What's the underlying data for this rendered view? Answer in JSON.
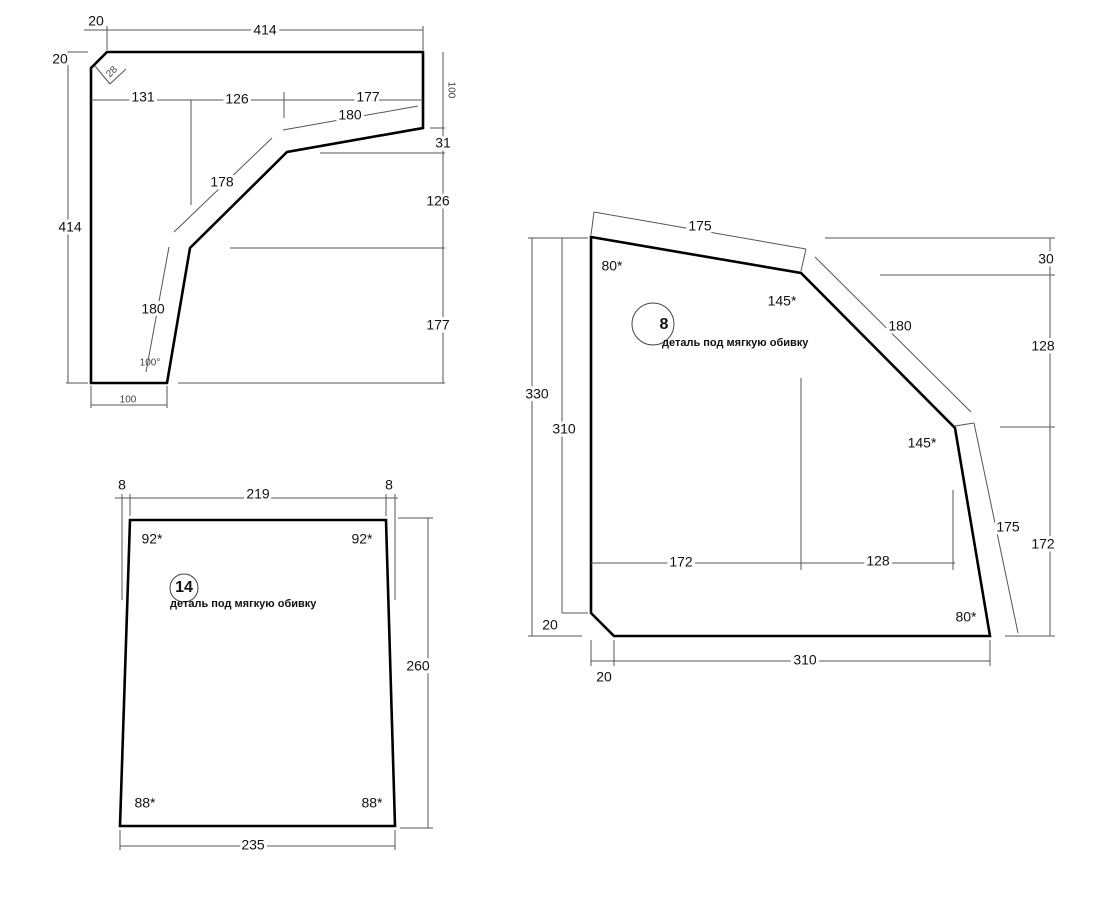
{
  "part_top_left": {
    "labels": [
      "20",
      "414",
      "20",
      "28",
      "131",
      "126",
      "177",
      "100",
      "180",
      "31",
      "178",
      "126",
      "414",
      "180",
      "177",
      "100°",
      "100"
    ]
  },
  "part_right": {
    "number": "8",
    "note": "деталь под мягкую обивку",
    "labels": [
      "175",
      "30",
      "80*",
      "145*",
      "180",
      "128",
      "330",
      "310",
      "145*",
      "175",
      "172",
      "172",
      "128",
      "80*",
      "20",
      "310",
      "20"
    ]
  },
  "part_bottom_left": {
    "number": "14",
    "note": "деталь под мягкую обивку",
    "labels": [
      "8",
      "219",
      "8",
      "92*",
      "92*",
      "260",
      "88*",
      "88*",
      "235"
    ]
  }
}
